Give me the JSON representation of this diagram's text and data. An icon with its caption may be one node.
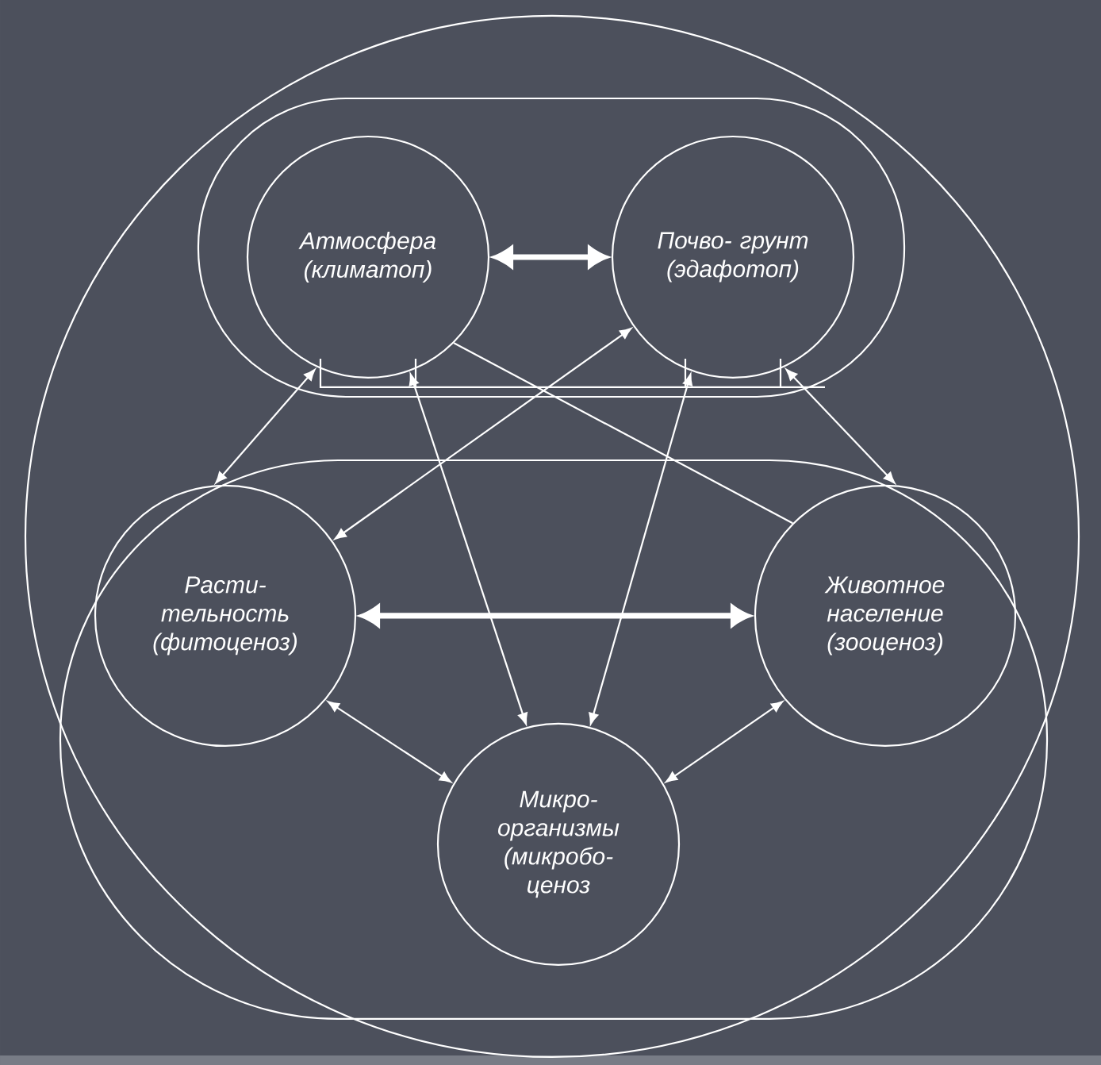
{
  "diagram": {
    "nodes": [
      {
        "text": [],
        "shape": "circle"
      },
      {
        "text": [],
        "shape": "box",
        "in": 0
      },
      {
        "text": [
          "Атмосфера (климатоп)"
        ],
        "in": 1
      },
      {
        "text": [
          "Почво- грунт (эдафотоп)"
        ],
        "in": 1
      },
      {
        "text": [],
        "shape": "box",
        "in": 0
      },
      {
        "text": [
          "Расти- тельность (фитоценоз)"
        ],
        "in": 4
      },
      {
        "text": [
          "Животное население (зооценоз)"
        ],
        "in": 4
      },
      {
        "text": [
          "Микро- организмы (микробо- ценоз"
        ],
        "in": 4
      }
    ],
    "edges": [
      {
        "from": 2,
        "to": 3,
        "arrow": "both",
        "style": "thick"
      },
      {
        "from": 2,
        "to": 6,
        "arrow": "none"
      },
      {
        "from": 5,
        "to": 3,
        "arrow": "both"
      },
      {
        "from": 2,
        "to": 5,
        "arrow": "both"
      },
      {
        "from": 2,
        "to": 7,
        "arrow": "both"
      },
      {
        "from": 3,
        "to": 7,
        "arrow": "both"
      },
      {
        "from": 3,
        "to": 6,
        "arrow": "both"
      },
      {
        "from": 5,
        "to": 6,
        "arrow": "both",
        "style": "thick"
      },
      {
        "from": 5,
        "to": 7,
        "arrow": "both"
      },
      {
        "from": 6,
        "to": 7,
        "arrow": "both"
      }
    ]
  }
}
